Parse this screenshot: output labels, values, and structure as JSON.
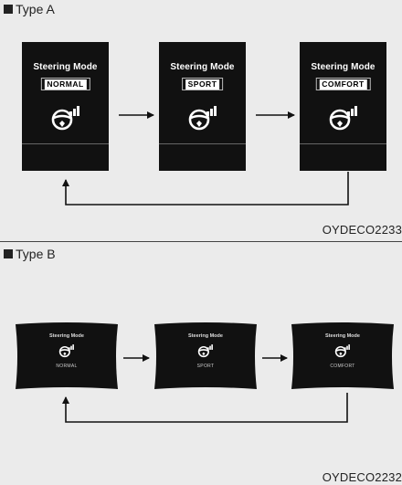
{
  "type_a": {
    "title": "Type A",
    "code": "OYDECO2233",
    "panels": [
      {
        "heading": "Steering Mode",
        "mode": "NORMAL"
      },
      {
        "heading": "Steering Mode",
        "mode": "SPORT"
      },
      {
        "heading": "Steering Mode",
        "mode": "COMFORT"
      }
    ]
  },
  "type_b": {
    "title": "Type B",
    "code": "OYDECO2232",
    "panels": [
      {
        "heading": "Steering Mode",
        "mode": "NORMAL"
      },
      {
        "heading": "Steering Mode",
        "mode": "SPORT"
      },
      {
        "heading": "Steering Mode",
        "mode": "COMFORT"
      }
    ]
  },
  "icons": {
    "panel_icon": "steering-wheel-icon",
    "bullet": "black-square"
  },
  "colors": {
    "panel": "#111111",
    "background": "#ebebeb",
    "arrow": "#111111"
  }
}
